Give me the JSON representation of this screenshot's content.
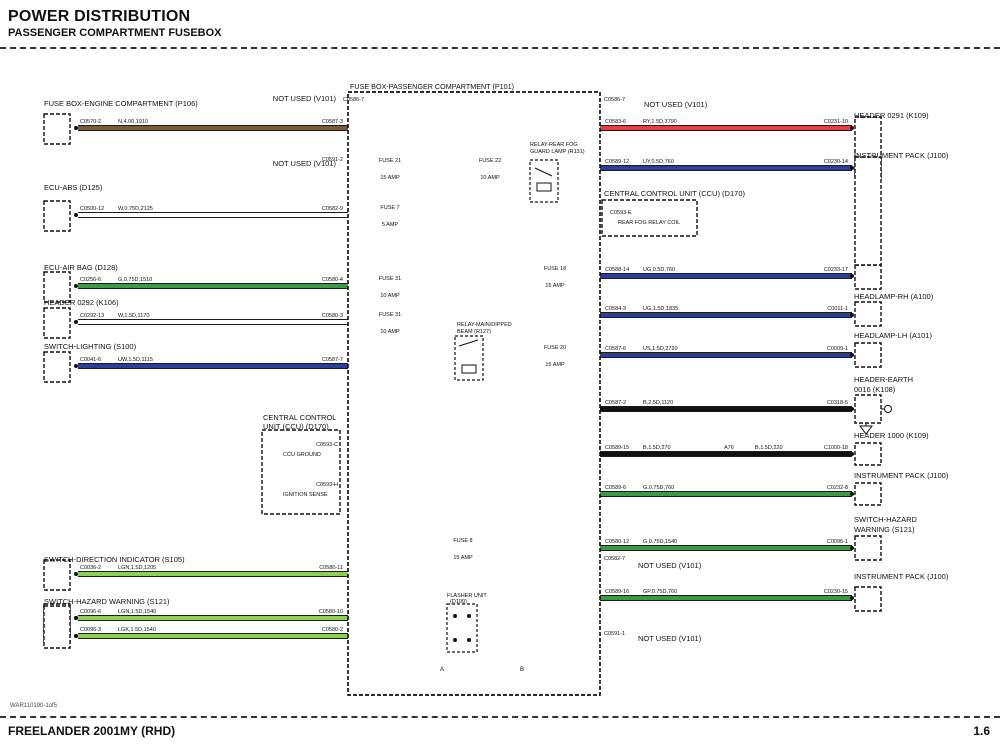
{
  "header": {
    "title": "POWER DISTRIBUTION",
    "subtitle": "PASSENGER COMPARTMENT FUSEBOX"
  },
  "footer": {
    "model": "FREELANDER 2001MY (RHD)",
    "page": "1.6",
    "doc_ref": "WAR110190-1of5"
  },
  "fusebox": {
    "title": "FUSE BOX-PASSENGER COMPARTMENT (P101)"
  },
  "colors": {
    "brown": "#7a5a3a",
    "red": "#ee3b3b",
    "blue": "#2b3f9a",
    "green": "#3a9a45",
    "light_green": "#8ed04f",
    "white_wire": "#ffffff",
    "black": "#111111",
    "thin": "#222222"
  },
  "left_components": [
    {
      "name": "FUSE BOX-ENGINE COMPARTMENT (P106)",
      "connector": "C0570-2",
      "wire": "N,4.00,1910",
      "right_pin": "C0587-3"
    },
    {
      "name": "ECU-ABS (D125)",
      "connector": "C0500-12",
      "wire": "W,0.75D,2125",
      "right_pin": "C0582-9"
    },
    {
      "name": "ECU-AIR BAG (D128)",
      "connector": "C0256-6",
      "wire": "G,0.75D,1510",
      "right_pin": "C0580-4"
    },
    {
      "name": "HEADER 0292 (K106)",
      "connector": "C0292-13",
      "wire": "W,1.5D,1170",
      "right_pin": "C0580-3"
    },
    {
      "name": "SWITCH-LIGHTING (S100)",
      "connector": "C0041-6",
      "wire": "UW,1.5D,1115",
      "right_pin": "C0587-7"
    },
    {
      "name": "SWITCH-DIRECTION INDICATOR (S105)",
      "connector": "C0036-2",
      "wire": "LGN,1.5D,1205",
      "right_pin": "C0580-11"
    },
    {
      "name": "SWITCH-HAZARD WARNING (S121)",
      "connector": "C0096-6",
      "wire": "LGN,1.5D,1540",
      "right_pin": "C0580-10"
    },
    {
      "name": "",
      "connector": "C0096-3",
      "wire": "LGK,1.5D,1540",
      "right_pin": "C0580-2"
    }
  ],
  "left_not_used": [
    {
      "label": "NOT USED (V101)",
      "pin": "C0586-7"
    },
    {
      "label": "NOT USED (V101)",
      "pin": "C0591-2"
    }
  ],
  "ccu_left": {
    "title_line1": "CENTRAL CONTROL",
    "title_line2": "UNIT (CCU) (D170)",
    "pin1": "C0593-C",
    "pin1_label": "CCU GROUND",
    "pin2": "C0593-H",
    "pin2_label": "IGNITION SENSE"
  },
  "fuses": [
    {
      "name": "FUSE 21",
      "rating": "15 AMP"
    },
    {
      "name": "FUSE 22",
      "rating": "10 AMP"
    },
    {
      "name": "FUSE 7",
      "rating": "5 AMP"
    },
    {
      "name": "FUSE 18",
      "rating": "15 AMP"
    },
    {
      "name": "FUSE 31",
      "rating": "10 AMP"
    },
    {
      "name": "FUSE 31",
      "rating": "10 AMP"
    },
    {
      "name": "FUSE 20",
      "rating": "15 AMP"
    },
    {
      "name": "FUSE 8",
      "rating": "15 AMP"
    }
  ],
  "relays": [
    {
      "line1": "RELAY-REAR FOG",
      "line2": "GUARD LAMP (R131)"
    },
    {
      "line1": "RELAY-MAIN/DIPPED",
      "line2": "BEAM (R127)"
    },
    {
      "line1": "FLASHER UNIT",
      "line2": "(D100)"
    }
  ],
  "ccu_right": {
    "title": "CENTRAL CONTROL UNIT (CCU) (D170)",
    "pin": "C0593-E",
    "pin_label": "REAR FOG RELAY COIL"
  },
  "right_wires": [
    {
      "pin": "C0583-6",
      "wire": "RY,1.5D,3790",
      "end": "C0231-10",
      "splice": "",
      "wire2": ""
    },
    {
      "pin": "C0589-12",
      "wire": "UY,0.5D,760",
      "end": "C0230-14",
      "splice": "",
      "wire2": ""
    },
    {
      "pin": "C0588-14",
      "wire": "UG,0.5D,760",
      "end": "C0233-17",
      "splice": "",
      "wire2": ""
    },
    {
      "pin": "C0584-3",
      "wire": "UG,1.5D,1835",
      "end": "C0011-1",
      "splice": "",
      "wire2": ""
    },
    {
      "pin": "C0587-6",
      "wire": "US,1.5D,2720",
      "end": "C0009-1",
      "splice": "",
      "wire2": ""
    },
    {
      "pin": "C0587-2",
      "wire": "B,2.5D,1120",
      "end": "C0318-5",
      "splice": "",
      "wire2": ""
    },
    {
      "pin": "C0589-15",
      "wire": "B,1.5D,270",
      "end": "C1000-18",
      "splice": "A76",
      "wire2": "B,1.5D,220"
    },
    {
      "pin": "C0589-6",
      "wire": "G,0.75D,760",
      "end": "C0232-8",
      "splice": "",
      "wire2": ""
    },
    {
      "pin": "C0580-12",
      "wire": "G,0.75D,1540",
      "end": "C0096-1",
      "splice": "",
      "wire2": ""
    },
    {
      "pin": "C0589-16",
      "wire": "GP,0.75D,760",
      "end": "C0230-15",
      "splice": "",
      "wire2": ""
    }
  ],
  "right_not_used": [
    {
      "pin": "C0586-7",
      "label": "NOT USED (V101)"
    },
    {
      "pin": "C0582-7",
      "label": "NOT USED (V101)"
    },
    {
      "pin": "C0591-1",
      "label": "NOT USED (V101)"
    }
  ],
  "right_components": [
    {
      "line1": "HEADER 0291 (K109)",
      "line2": ""
    },
    {
      "line1": "INSTRUMENT PACK (J100)",
      "line2": ""
    },
    {
      "line1": "HEADLAMP-RH (A100)",
      "line2": ""
    },
    {
      "line1": "HEADLAMP-LH (A101)",
      "line2": ""
    },
    {
      "line1": "HEADER-EARTH",
      "line2": "0016 (K108)"
    },
    {
      "line1": "HEADER 1000 (K109)",
      "line2": ""
    },
    {
      "line1": "INSTRUMENT PACK (J100)",
      "line2": ""
    },
    {
      "line1": "SWITCH-HAZARD",
      "line2": "WARNING (S121)"
    },
    {
      "line1": "INSTRUMENT PACK (J100)",
      "line2": ""
    }
  ],
  "continuation_markers": [
    "A",
    "B"
  ]
}
